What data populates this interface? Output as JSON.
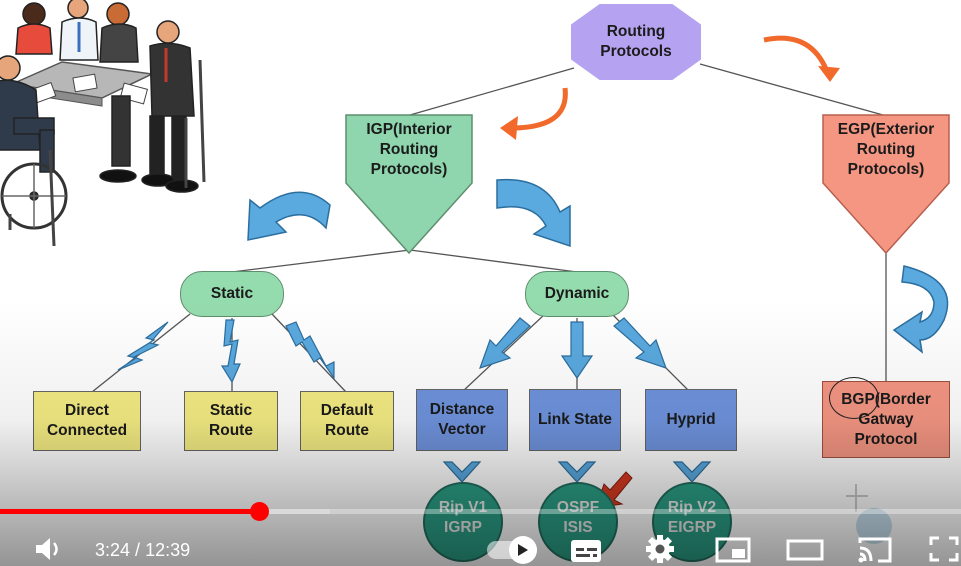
{
  "diagram": {
    "root": [
      "Routing",
      "Protocols"
    ],
    "igp": [
      "IGP(Interior",
      "Routing",
      "Protocols)"
    ],
    "egp": [
      "EGP(Exterior",
      "Routing",
      "Protocols)"
    ],
    "static": "Static",
    "dynamic": "Dynamic",
    "direct_connected": [
      "Direct",
      "Connected"
    ],
    "static_route": [
      "Static",
      "Route"
    ],
    "default_route": [
      "Default",
      "Route"
    ],
    "distance_vector": [
      "Distance",
      "Vector"
    ],
    "link_state": "Link State",
    "hyprid": "Hyprid",
    "bgp": [
      "BGP(Border",
      "Gatway",
      "Protocol"
    ],
    "rip_v1": [
      "Rip V1",
      "IGRP"
    ],
    "ospf": [
      "OSPF",
      "ISIS"
    ],
    "rip_v2": [
      "Rip V2",
      "EIGRP"
    ]
  },
  "player": {
    "time_current": "3:24",
    "time_separator": " / ",
    "time_total": "12:39",
    "played_fraction": 0.269,
    "buffered_fraction": 0.343
  },
  "colors": {
    "root": "#b5a3f1",
    "igp": "#8fd5ad",
    "egp": "#f59683",
    "pill": "#94dbad",
    "yellow": "#f4ec83",
    "blue": "#6f93dd",
    "teal": "#2b9f86",
    "arrow_blue": "#5aa9df",
    "arrow_orange": "#f26a2b",
    "progress": "#ff0000"
  }
}
